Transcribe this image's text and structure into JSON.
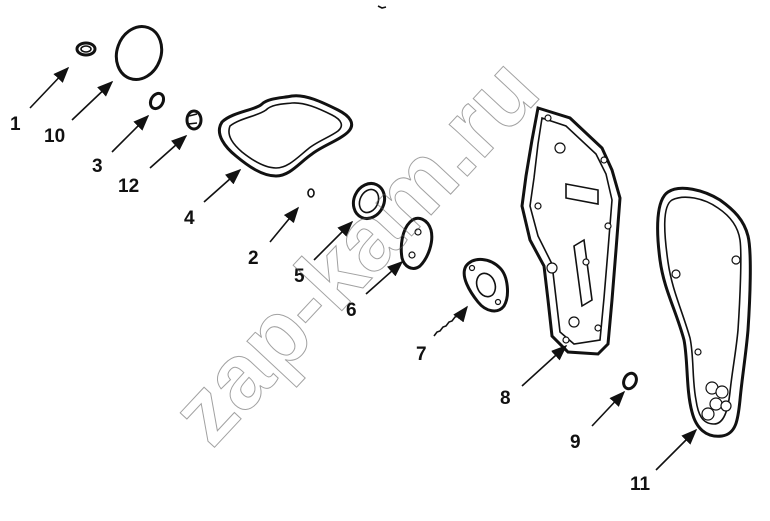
{
  "callouts": {
    "c1": "1",
    "c10": "10",
    "c3": "3",
    "c12": "12",
    "c4": "4",
    "c2": "2",
    "c5": "5",
    "c6": "6",
    "c7": "7",
    "c8": "8",
    "c9": "9",
    "c11": "11"
  },
  "watermark": "zap-kam.ru"
}
